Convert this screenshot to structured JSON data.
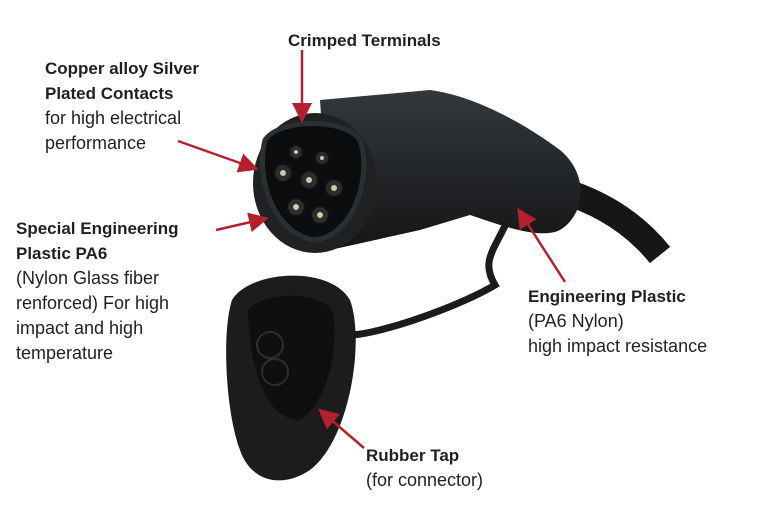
{
  "colors": {
    "arrow": "#b5202e",
    "text": "#231f20",
    "plastic": "#1c1e20"
  },
  "labels": {
    "crimped": {
      "title": "Crimped Terminals"
    },
    "contacts": {
      "title1": "Copper alloy Silver",
      "title2": "Plated Contacts",
      "desc1": "for high electrical",
      "desc2": "performance"
    },
    "special": {
      "title1": "Special Engineering",
      "title2": "Plastic PA6",
      "desc1": "(Nylon Glass fiber",
      "desc2": "renforced) For high",
      "desc3": "impact and high",
      "desc4": "temperature"
    },
    "engineering": {
      "title": "Engineering Plastic",
      "desc1": "(PA6 Nylon)",
      "desc2": "high impact resistance"
    },
    "rubber": {
      "title": "Rubber Tap",
      "desc1": "(for connector)"
    }
  }
}
